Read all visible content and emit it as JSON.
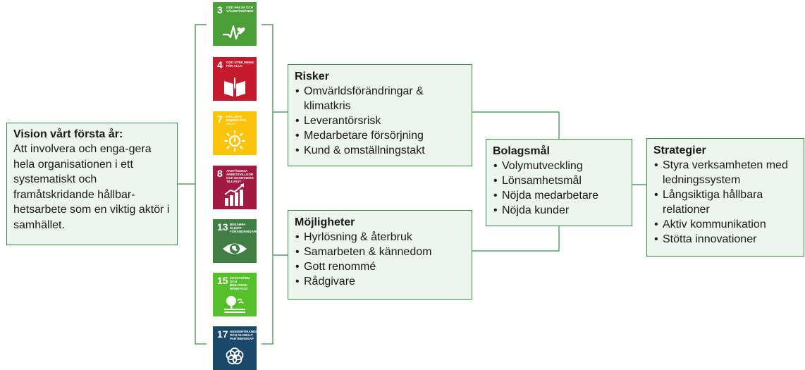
{
  "vision": {
    "title": "Vision vårt första år:",
    "text": "Att involvera och enga-gera hela organisationen i ett systematiskt och framåtskridande hållbar-hetsarbete som en viktig aktör i samhället."
  },
  "sdg_goals": [
    {
      "number": "3",
      "label": "GOD HÄLSA OCH VÄLBEFINNANDE",
      "color": "#4c9f38",
      "icon": "heartbeat-icon"
    },
    {
      "number": "4",
      "label": "GOD UTBILDNING FÖR ALLA",
      "color": "#c5192d",
      "icon": "open-book-icon"
    },
    {
      "number": "7",
      "label": "HÅLLBAR ENERGI FÖR ALLA",
      "color": "#fcc30b",
      "icon": "sun-power-icon"
    },
    {
      "number": "8",
      "label": "ANSTÄNDIGA ARBETSVILLKOR OCH EKONOMISK TILLVÄXT",
      "color": "#a21942",
      "icon": "growth-chart-icon"
    },
    {
      "number": "13",
      "label": "BEKÄMPA KLIMAT-FÖRÄNDRINGARNA",
      "color": "#3f7e44",
      "icon": "eye-globe-icon"
    },
    {
      "number": "15",
      "label": "EKOSYSTEM OCH BIOLOGISK MÅNGFALD",
      "color": "#56c02b",
      "icon": "tree-icon"
    },
    {
      "number": "17",
      "label": "GENOMFÖRANDE OCH GLOBALT PARTNERSKAP",
      "color": "#19486a",
      "icon": "partnership-flower-icon"
    }
  ],
  "risker": {
    "title": "Risker",
    "items": [
      "Omvärldsförändringar & klimatkris",
      "Leverantörsrisk",
      "Medarbetare försörjning",
      "Kund & omställningstakt"
    ]
  },
  "mojligheter": {
    "title": "Möjligheter",
    "items": [
      "Hyrlösning & återbruk",
      "Samarbeten & kännedom",
      "Gott renommé",
      "Rådgivare"
    ]
  },
  "bolagsmal": {
    "title": "Bolagsmål",
    "items": [
      "Volymutveckling",
      "Lönsamhetsmål",
      "Nöjda medarbetare",
      "Nöjda kunder"
    ]
  },
  "strategier": {
    "title": "Strategier",
    "items": [
      "Styra verksamheten med ledningssystem",
      "Långsiktiga hållbara relationer",
      "Aktiv kommunikation",
      "Stötta innovationer"
    ]
  },
  "colors": {
    "box_fill": "#eef5ee",
    "border": "#3a8a4a"
  }
}
